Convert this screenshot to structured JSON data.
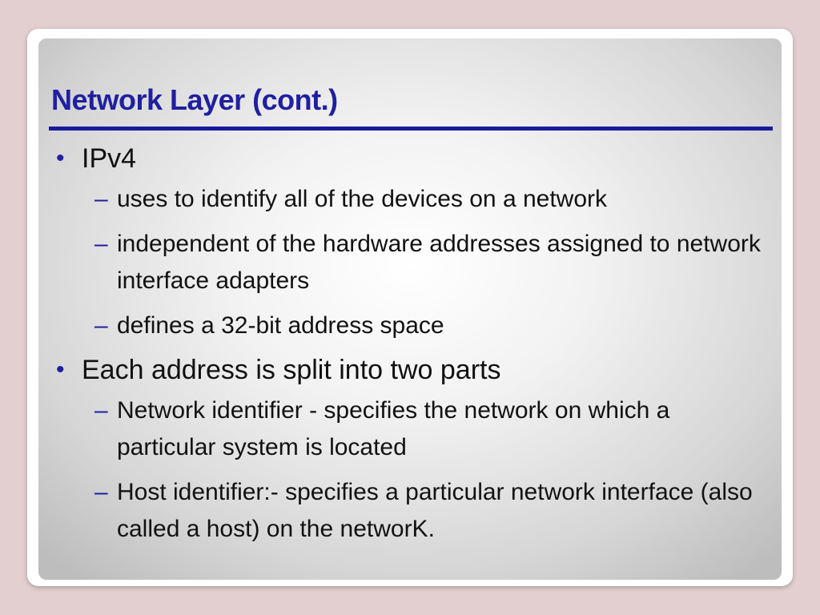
{
  "slide": {
    "title": "Network Layer (cont.)",
    "bullets": [
      {
        "text": "IPv4",
        "subs": [
          "uses to identify all of the devices on a network",
          "independent of the hardware addresses assigned to network interface adapters",
          "defines a 32-bit address space"
        ]
      },
      {
        "text": "Each address is split into two parts",
        "subs": [
          "Network identifier -  specifies the network on which a particular system is located",
          "Host identifier:- specifies a particular network interface (also called a host) on the networK."
        ]
      }
    ]
  },
  "colors": {
    "accent": "#1f20a0",
    "page_background": "#e3cfcf"
  }
}
